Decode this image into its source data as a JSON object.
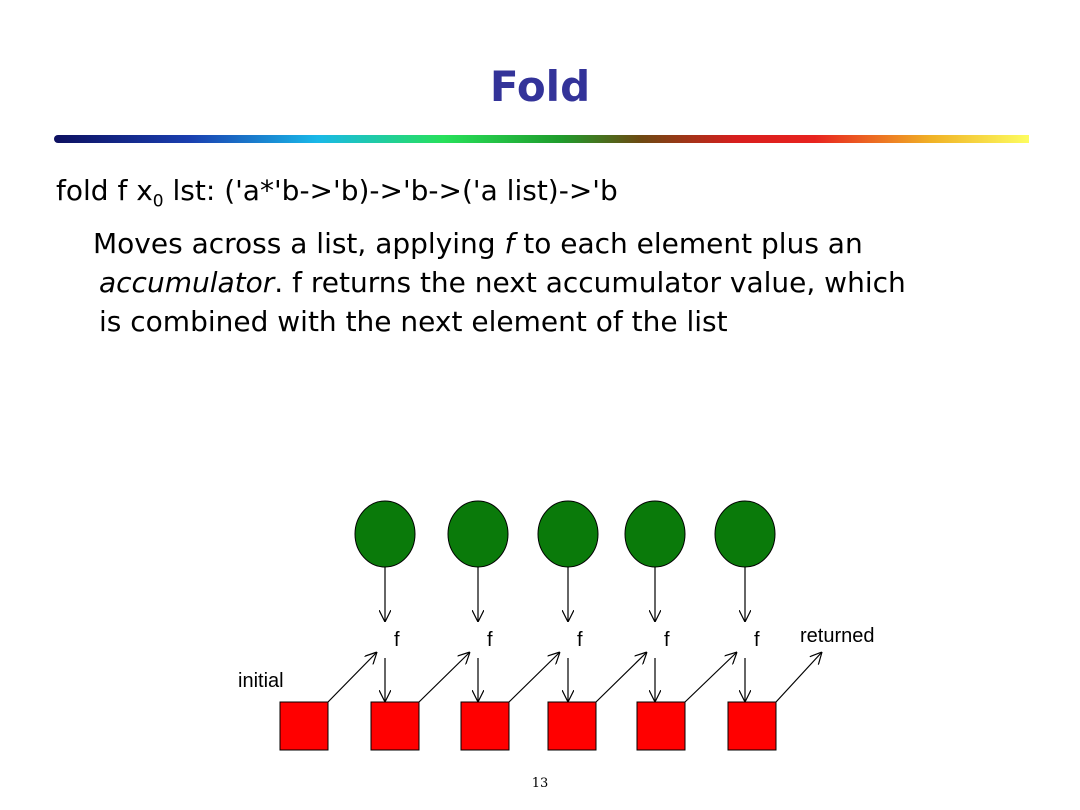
{
  "slide": {
    "title": "Fold",
    "signature": {
      "prefix": "fold f x",
      "subscript": "0",
      "suffix": " lst: ('a*'b->'b)->'b->('a list)->'b"
    },
    "description": {
      "part1": "Moves across a list, applying ",
      "f_italic": "f",
      "part2": " to each element plus an",
      "accumulator_italic": "accumulator",
      "part3": ". f returns the next accumulator value, which",
      "part4": "is combined with the next element of the list"
    },
    "page_number": "13"
  },
  "diagram": {
    "labels": {
      "initial": "initial",
      "returned": "returned"
    },
    "function_labels": [
      "f",
      "f",
      "f",
      "f",
      "f"
    ],
    "element_count": 5,
    "accumulator_count": 6,
    "colors": {
      "element_fill": "#0a7a0a",
      "accumulator_fill": "#ff0000",
      "title": "#333399"
    }
  }
}
